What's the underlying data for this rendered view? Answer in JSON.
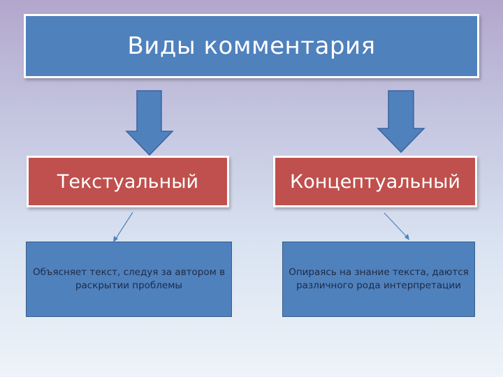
{
  "diagram": {
    "title": "Виды комментария",
    "categories": [
      {
        "label": "Текстуальный",
        "description": "Объясняет текст, следуя за автором в раскрытии проблемы"
      },
      {
        "label": "Концептуальный",
        "description": "Опираясь на знание текста, даются различного рода интерпретации"
      }
    ],
    "colors": {
      "title_fill": "#4f81bd",
      "category_fill": "#c0504d",
      "description_fill": "#4f81bd",
      "arrow_fill": "#4f81bd"
    }
  }
}
